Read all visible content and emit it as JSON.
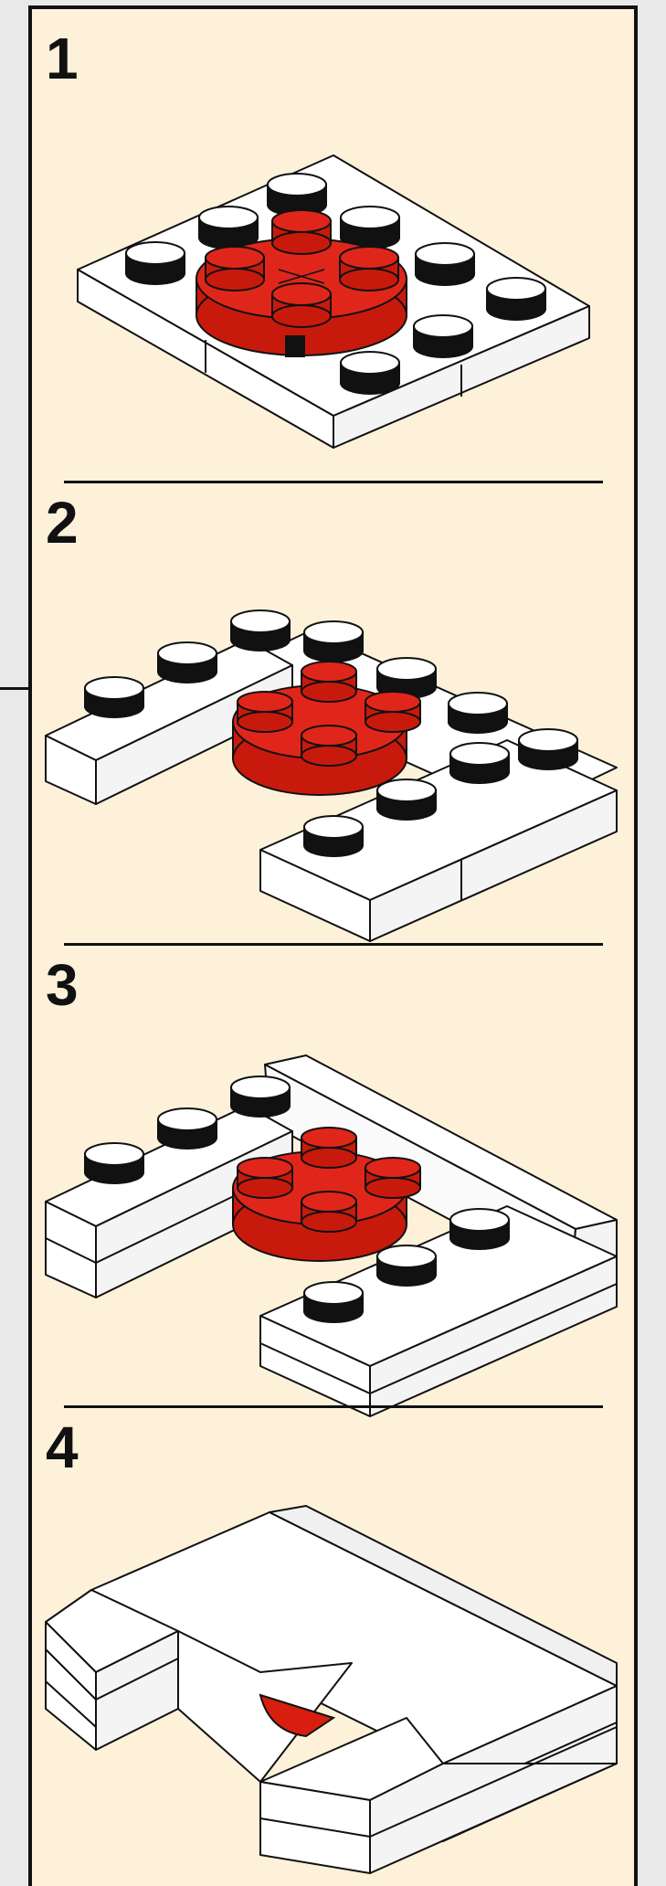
{
  "steps": [
    {
      "number": "1"
    },
    {
      "number": "2"
    },
    {
      "number": "3"
    },
    {
      "number": "4"
    }
  ],
  "colors": {
    "background": "#e9e9e9",
    "panel": "#fdf1da",
    "accent_red": "#d81f0f",
    "brick_white": "#ffffff",
    "stud_black": "#111111"
  }
}
